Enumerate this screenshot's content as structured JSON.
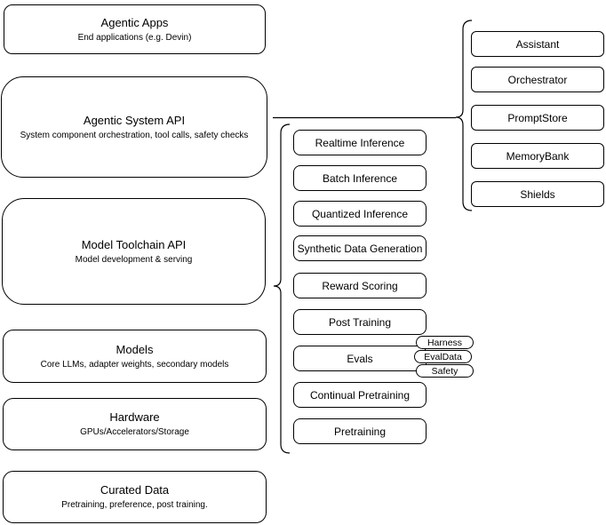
{
  "diagram": {
    "left_stack": [
      {
        "title": "Agentic Apps",
        "subtitle": "End applications (e.g. Devin)"
      },
      {
        "title": "Agentic System API",
        "subtitle": "System component orchestration, tool calls, safety checks"
      },
      {
        "title": "Model Toolchain API",
        "subtitle": "Model development & serving"
      },
      {
        "title": "Models",
        "subtitle": "Core LLMs, adapter weights, secondary models"
      },
      {
        "title": "Hardware",
        "subtitle": "GPUs/Accelerators/Storage"
      },
      {
        "title": "Curated Data",
        "subtitle": "Pretraining, preference, post training."
      }
    ],
    "toolchain_components": [
      "Realtime Inference",
      "Batch Inference",
      "Quantized Inference",
      "Synthetic Data Generation",
      "Reward Scoring",
      "Post Training",
      "Evals",
      "Continual Pretraining",
      "Pretraining"
    ],
    "eval_tags": [
      "Harness",
      "EvalData",
      "Safety"
    ],
    "system_components": [
      "Assistant",
      "Orchestrator",
      "PromptStore",
      "MemoryBank",
      "Shields"
    ],
    "colors": {
      "stroke": "#000000",
      "fill": "#ffffff",
      "background": "#ffffff",
      "text": "#000000"
    }
  }
}
